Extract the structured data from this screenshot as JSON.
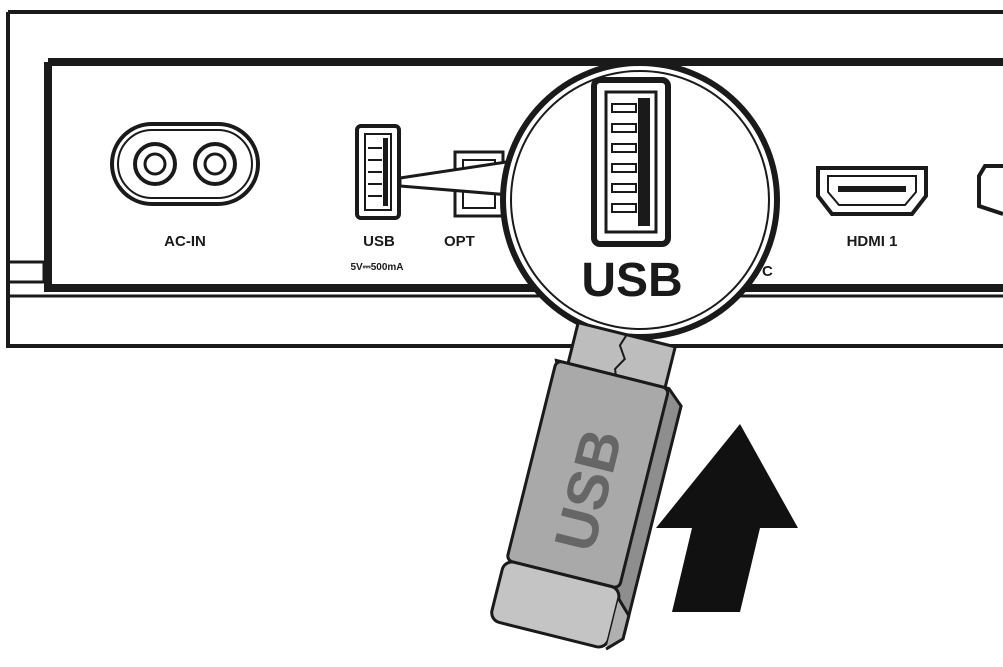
{
  "panel": {
    "ports": {
      "ac_in": "AC-IN",
      "usb": "USB",
      "usb_rating": "5V⎓500mA",
      "optical_partial": "OPT",
      "coax_partial": "C",
      "hdmi1": "HDMI 1"
    }
  },
  "magnifier": {
    "label": "USB"
  },
  "usb_drive": {
    "label": "USB"
  },
  "colors": {
    "line": "#1a1a1a",
    "drive_fill": "#a9a9a9",
    "drive_cap": "#c4c4c4",
    "arrow": "#111111"
  }
}
